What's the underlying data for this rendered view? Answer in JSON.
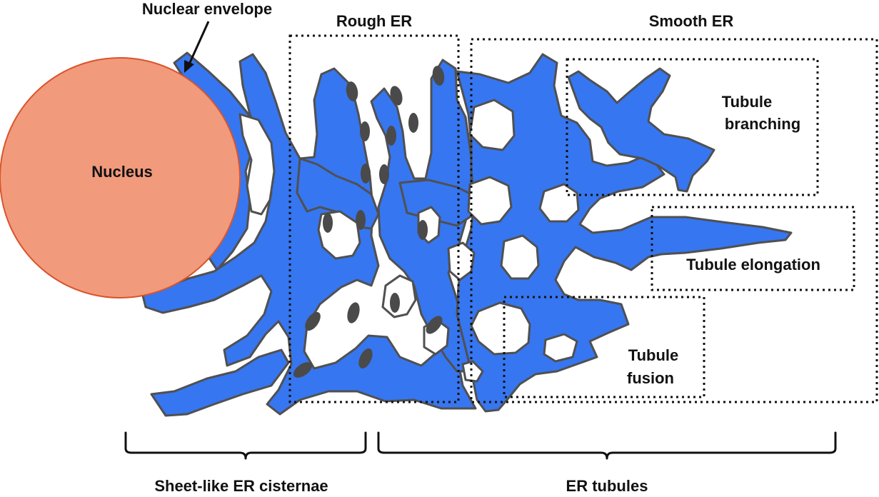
{
  "labels": {
    "nuclear_envelope": "Nuclear envelope",
    "nucleus": "Nucleus",
    "rough_er": "Rough ER",
    "smooth_er": "Smooth ER",
    "tubule_branching_1": "Tubule",
    "tubule_branching_2": "branching",
    "tubule_elongation": "Tubule elongation",
    "tubule_fusion_1": "Tubule",
    "tubule_fusion_2": "fusion",
    "sheet_like": "Sheet-like ER cisternae",
    "er_tubules": "ER tubules"
  },
  "colors": {
    "nucleus_fill": "#f19a7c",
    "nucleus_stroke": "#d9542a",
    "er_fill": "#3676f0",
    "er_outline": "#505050",
    "ribosome": "#4a4a4a"
  }
}
